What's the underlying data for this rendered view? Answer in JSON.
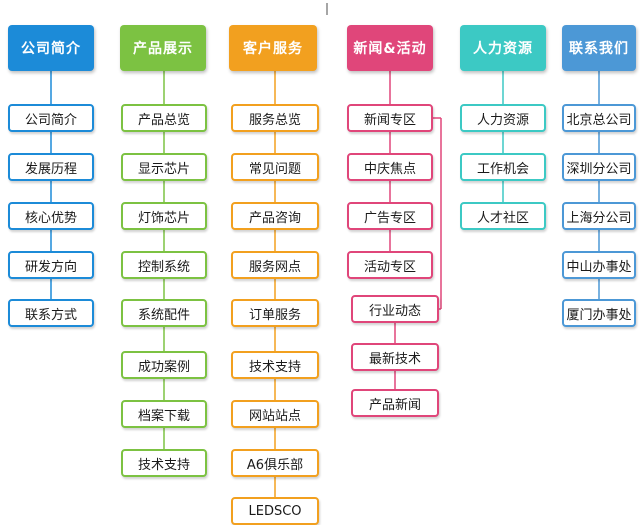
{
  "columns": [
    {
      "id": "company",
      "title": "公司简介",
      "color": "#1c8bd8",
      "items": [
        "公司简介",
        "发展历程",
        "核心优势",
        "研发方向",
        "联系方式"
      ]
    },
    {
      "id": "products",
      "title": "产品展示",
      "color": "#7cc242",
      "items": [
        "产品总览",
        "显示芯片",
        "灯饰芯片",
        "控制系统",
        "系统配件",
        "成功案例",
        "档案下载",
        "技术支持"
      ]
    },
    {
      "id": "service",
      "title": "客户服务",
      "color": "#f2a01f",
      "items": [
        "服务总览",
        "常见问题",
        "产品咨询",
        "服务网点",
        "订单服务",
        "技术支持",
        "网站站点",
        "A6俱乐部",
        "LEDSCO"
      ]
    },
    {
      "id": "news",
      "title": "新闻&活动",
      "color": "#e0467a",
      "items": [
        "新闻专区",
        "中庆焦点",
        "广告专区",
        "活动专区",
        "行业动态",
        "最新技术",
        "产品新闻"
      ]
    },
    {
      "id": "hr",
      "title": "人力资源",
      "color": "#3cc9c4",
      "items": [
        "人力资源",
        "工作机会",
        "人才社区"
      ]
    },
    {
      "id": "contact",
      "title": "联系我们",
      "color": "#4c98d6",
      "items": [
        "北京总公司",
        "深圳分公司",
        "上海分公司",
        "中山办事处",
        "厦门办事处"
      ]
    }
  ]
}
